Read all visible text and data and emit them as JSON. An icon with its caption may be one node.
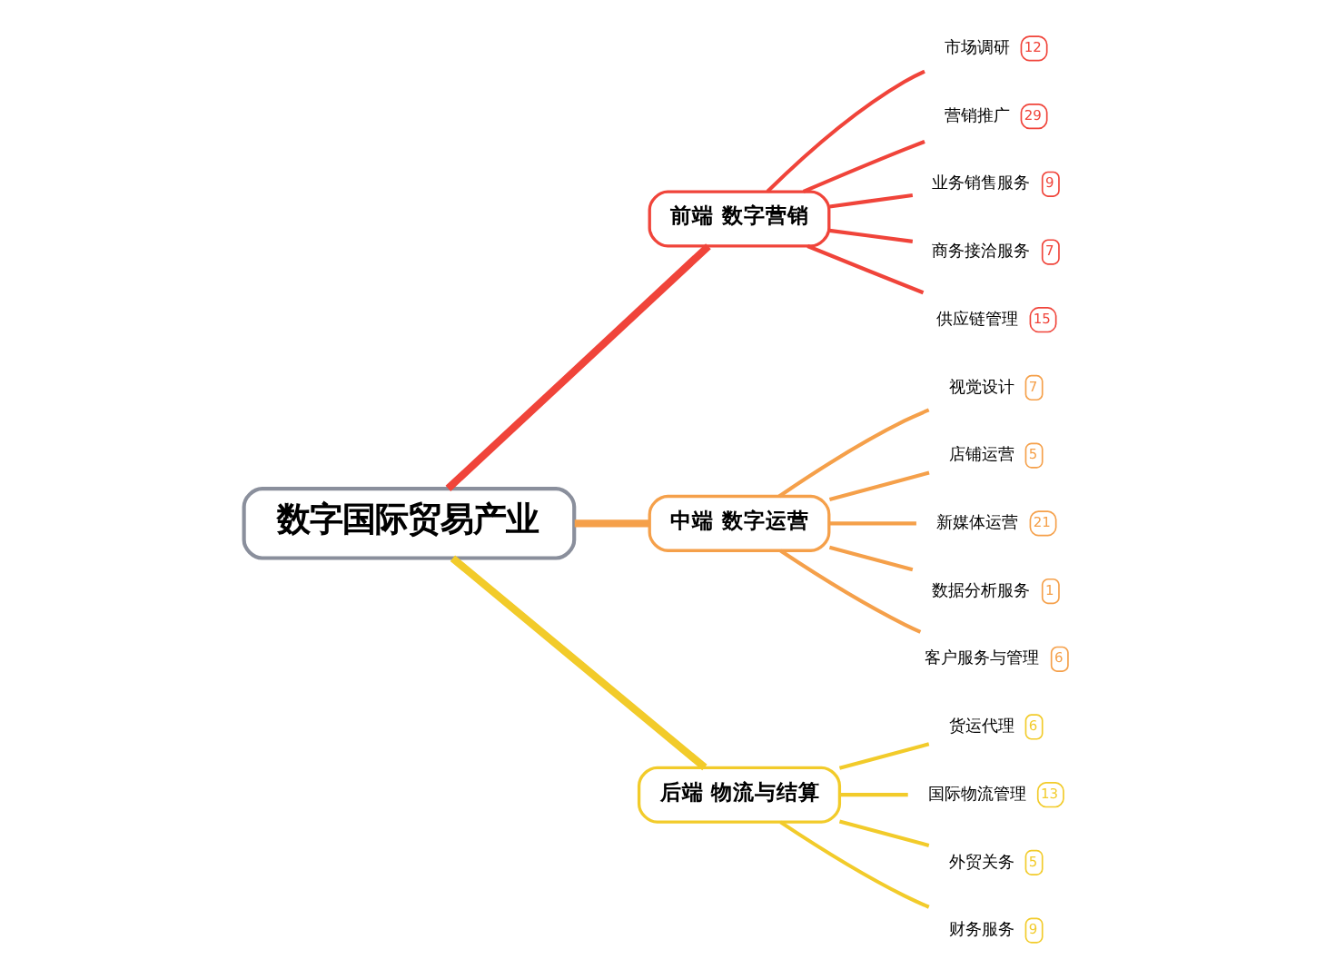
{
  "diagram": {
    "nodes": [
      {
        "text": [
          "数字国际贸易产业"
        ]
      },
      {
        "text": [
          "前端 数字营销"
        ]
      },
      {
        "text": [
          "市场调研",
          "12"
        ]
      },
      {
        "text": [
          "营销推广",
          "29"
        ]
      },
      {
        "text": [
          "业务销售服务",
          "9"
        ]
      },
      {
        "text": [
          "商务接洽服务",
          "7"
        ]
      },
      {
        "text": [
          "供应链管理",
          "15"
        ]
      },
      {
        "text": [
          "中端 数字运营"
        ]
      },
      {
        "text": [
          "视觉设计",
          "7"
        ]
      },
      {
        "text": [
          "店铺运营",
          "5"
        ]
      },
      {
        "text": [
          "新媒体运营",
          "21"
        ]
      },
      {
        "text": [
          "数据分析服务",
          "1"
        ]
      },
      {
        "text": [
          "客户服务与管理",
          "6"
        ]
      },
      {
        "text": [
          "后端 物流与结算"
        ]
      },
      {
        "text": [
          "货运代理",
          "6"
        ]
      },
      {
        "text": [
          "国际物流管理",
          "13"
        ]
      },
      {
        "text": [
          "外贸关务",
          "5"
        ]
      },
      {
        "text": [
          "财务服务",
          "9"
        ]
      }
    ],
    "edges": [
      {
        "from": 0,
        "to": 1,
        "arrow": "none",
        "style": "thick",
        "color": "#f0443a"
      },
      {
        "from": 1,
        "to": 2,
        "arrow": "none",
        "color": "#f0443a"
      },
      {
        "from": 1,
        "to": 3,
        "arrow": "none",
        "color": "#f0443a"
      },
      {
        "from": 1,
        "to": 4,
        "arrow": "none",
        "color": "#f0443a"
      },
      {
        "from": 1,
        "to": 5,
        "arrow": "none",
        "color": "#f0443a"
      },
      {
        "from": 1,
        "to": 6,
        "arrow": "none",
        "color": "#f0443a"
      },
      {
        "from": 0,
        "to": 7,
        "arrow": "none",
        "style": "thick",
        "color": "#f5a04a"
      },
      {
        "from": 7,
        "to": 8,
        "arrow": "none",
        "color": "#f5a04a"
      },
      {
        "from": 7,
        "to": 9,
        "arrow": "none",
        "color": "#f5a04a"
      },
      {
        "from": 7,
        "to": 10,
        "arrow": "none",
        "color": "#f5a04a"
      },
      {
        "from": 7,
        "to": 11,
        "arrow": "none",
        "color": "#f5a04a"
      },
      {
        "from": 7,
        "to": 12,
        "arrow": "none",
        "color": "#f5a04a"
      },
      {
        "from": 0,
        "to": 13,
        "arrow": "none",
        "style": "thick",
        "color": "#f2cb2a"
      },
      {
        "from": 13,
        "to": 14,
        "arrow": "none",
        "color": "#f2cb2a"
      },
      {
        "from": 13,
        "to": 15,
        "arrow": "none",
        "color": "#f2cb2a"
      },
      {
        "from": 13,
        "to": 16,
        "arrow": "none",
        "color": "#f2cb2a"
      },
      {
        "from": 13,
        "to": 17,
        "arrow": "none",
        "color": "#f2cb2a"
      }
    ]
  }
}
